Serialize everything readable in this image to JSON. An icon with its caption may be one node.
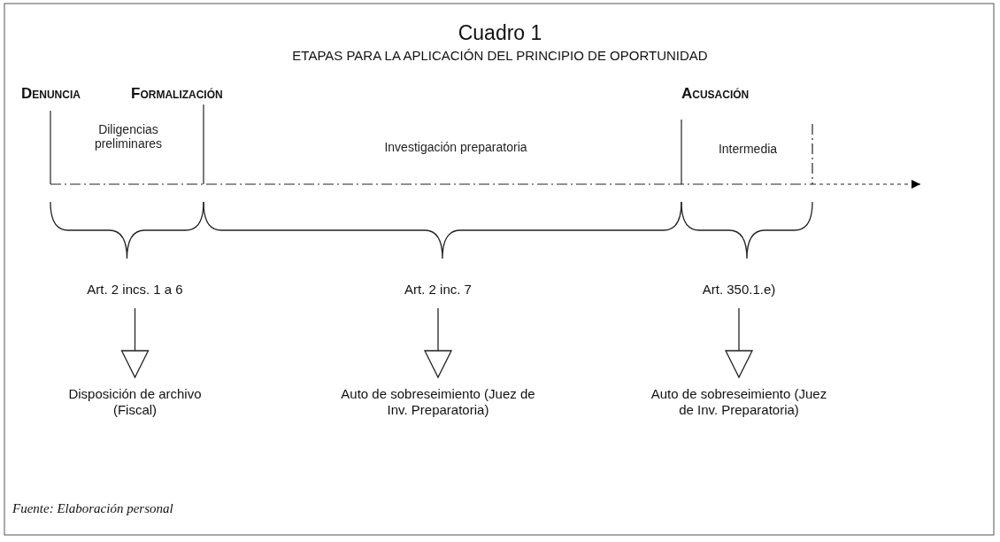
{
  "diagram": {
    "title": "Cuadro 1",
    "caption": "Fuente: Elaboración personal",
    "nodes": [
      {
        "text": [
          "Art. 2 incs. 1 a 6"
        ]
      },
      {
        "text": [
          "Disposición de archivo (Fiscal)"
        ]
      },
      {
        "text": [
          "Art. 2 inc. 7"
        ]
      },
      {
        "text": [
          "Auto de sobreseimiento (Juez de Inv. Preparatoria)"
        ]
      },
      {
        "text": [
          "Art. 350.1.e)"
        ]
      },
      {
        "text": [
          "Auto de sobreseimiento (Juez de Inv. Preparatoria)"
        ]
      }
    ],
    "edges": [
      {
        "from": 0,
        "to": 1,
        "arrow": "to"
      },
      {
        "from": 2,
        "to": 3,
        "arrow": "to"
      },
      {
        "from": 4,
        "to": 5,
        "arrow": "to"
      }
    ],
    "labels": [
      "ETAPAS PARA LA APLICACIÓN DEL PRINCIPIO DE OPORTUNIDAD",
      "Denuncia",
      "Formalización",
      "Acusación",
      "Diligencias preliminares",
      "Investigación preparatoria",
      "Intermedia"
    ]
  }
}
